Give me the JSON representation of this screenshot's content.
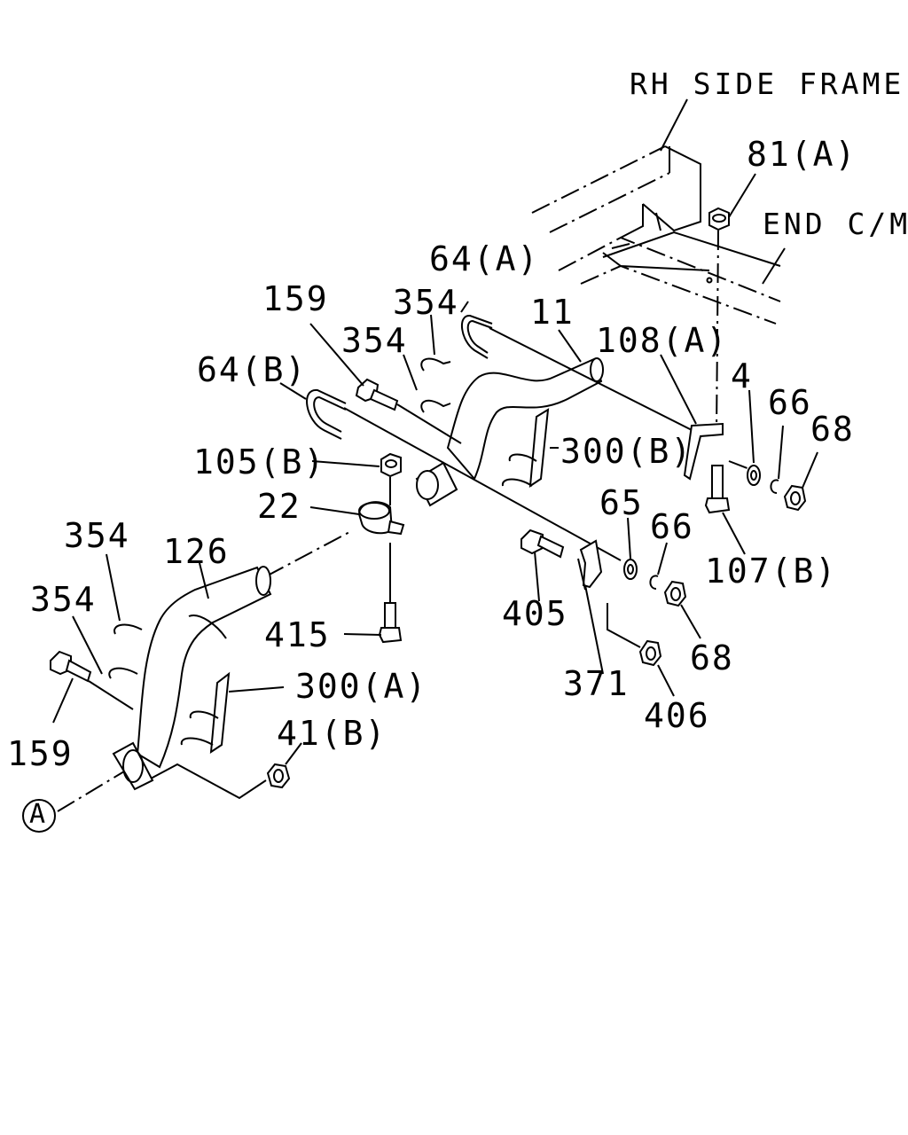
{
  "diagram": {
    "captions": {
      "rh_side_frame": "RH SIDE FRAME",
      "end_cm": "END C/M"
    },
    "callouts": {
      "c81a": "81(A)",
      "c64a": "64(A)",
      "c159_top": "159",
      "c354_a": "354",
      "c354_b": "354",
      "c11": "11",
      "c108a": "108(A)",
      "c64b": "64(B)",
      "c4": "4",
      "c66_top": "66",
      "c68_top": "68",
      "c105b": "105(B)",
      "c300b": "300(B)",
      "c22": "22",
      "c65": "65",
      "c66_mid": "66",
      "c107b": "107(B)",
      "c354_c": "354",
      "c126": "126",
      "c405": "405",
      "c354_d": "354",
      "c415": "415",
      "c68_mid": "68",
      "c371": "371",
      "c300a": "300(A)",
      "c406": "406",
      "c41b": "41(B)",
      "c159_bottom": "159",
      "ref_a": "A"
    }
  }
}
